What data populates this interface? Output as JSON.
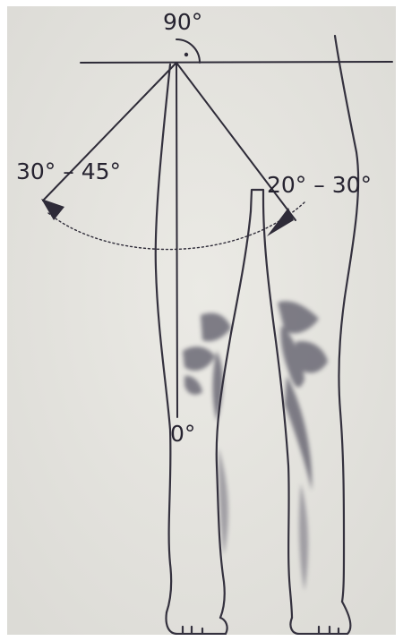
{
  "labels": {
    "top_angle": "90°",
    "left_angle": "30° – 45°",
    "right_angle": "20° – 30°",
    "bottom_angle": "0°"
  },
  "colors": {
    "paper": "#e7e6e1",
    "ink": "#2e2b38",
    "shading": "#5a5866",
    "frame": "#ffffff"
  }
}
